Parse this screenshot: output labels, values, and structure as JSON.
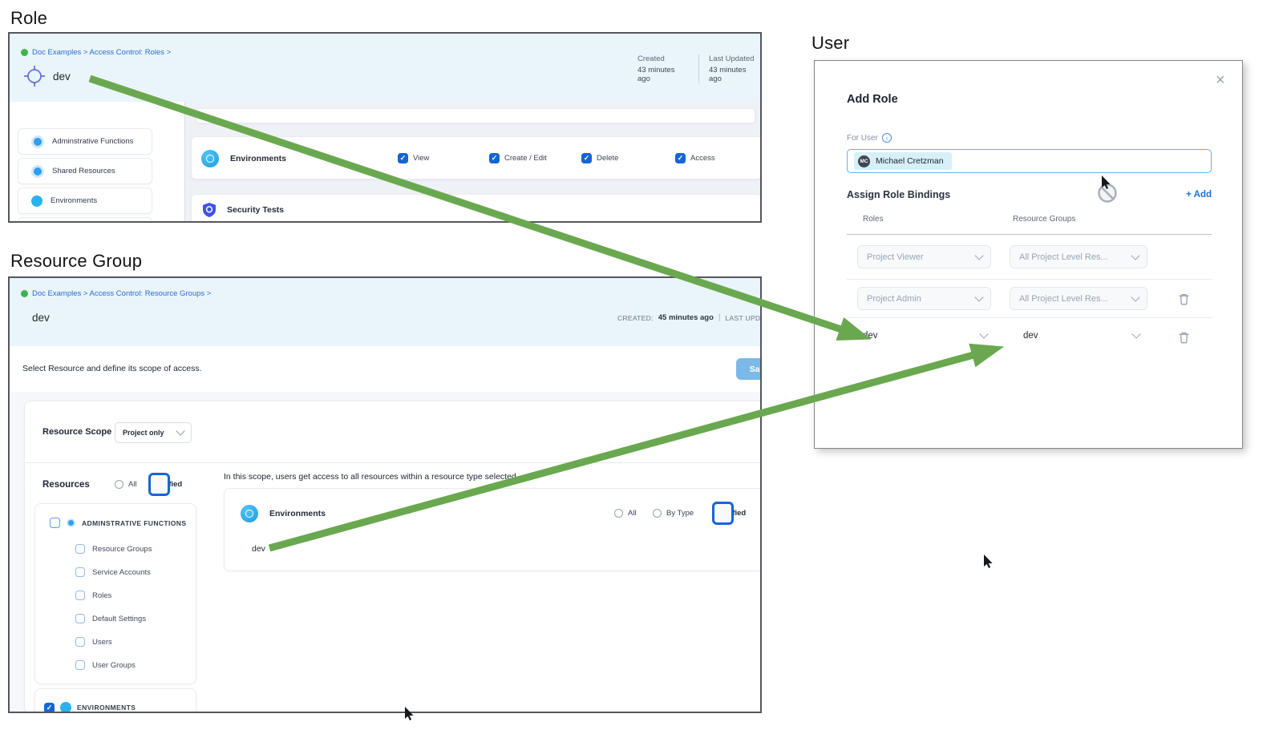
{
  "section_titles": {
    "role": "Role",
    "resource_group": "Resource Group",
    "user": "User"
  },
  "icons": {
    "close": "×",
    "check": "✓",
    "info": "i"
  },
  "colors": {
    "accent_blue": "#1a73e8",
    "checkbox_blue": "#1566d4",
    "panel_header_bg": "#e9f5fb",
    "arrow_green": "#6aa84f",
    "save_button_blue": "#7db9e8",
    "breadcrumb_blue": "#2e6bd0",
    "chip_bg": "#d7f0f8"
  },
  "role_panel": {
    "breadcrumb": "Doc Examples > Access Control: Roles >",
    "title": "dev",
    "created": {
      "label": "Created",
      "value": "43 minutes ago"
    },
    "last_updated": {
      "label": "Last Updated",
      "value": "43 minutes ago"
    },
    "sidebar": [
      "Adminstrative Functions",
      "Shared Resources",
      "Environments"
    ],
    "permission_row": {
      "label": "Environments",
      "permissions": [
        "View",
        "Create / Edit",
        "Delete",
        "Access"
      ]
    },
    "security_row": {
      "label": "Security Tests"
    }
  },
  "resource_group_panel": {
    "breadcrumb": "Doc Examples > Access Control: Resource Groups >",
    "title": "dev",
    "created_label": "CREATED:",
    "created_value": "45 minutes ago",
    "divider": "|",
    "last_updated_partial": "LAST UPD",
    "instruction": "Select Resource and define its scope of access.",
    "save_label": "Sav",
    "resource_scope": {
      "label": "Resource Scope",
      "value": "Project only"
    },
    "resources": {
      "label": "Resources",
      "options": [
        "All",
        "Specified"
      ],
      "selected": "Specified"
    },
    "tree": {
      "parent": "ADMINSTRATIVE FUNCTIONS",
      "children": [
        "Resource Groups",
        "Service Accounts",
        "Roles",
        "Default Settings",
        "Users",
        "User Groups"
      ],
      "environments": "ENVIRONMENTS"
    },
    "scope_note": "In this scope, users get access to all resources within a resource type selected",
    "environment_scope": {
      "label": "Environments",
      "options": [
        "All",
        "By Type",
        "Specified"
      ],
      "selected": "Specified",
      "value": "dev"
    }
  },
  "user_dialog": {
    "title": "Add Role",
    "for_user_label": "For User",
    "user_name": "Michael Cretzman",
    "avatar_initials": "MC",
    "assign_label": "Assign Role Bindings",
    "add_label": "+ Add",
    "columns": {
      "roles": "Roles",
      "resource_groups": "Resource Groups"
    },
    "bindings": [
      {
        "role": "Project Viewer",
        "resource_group": "All Project Level Res..."
      },
      {
        "role": "Project Admin",
        "resource_group": "All Project Level Res..."
      },
      {
        "role": "dev",
        "resource_group": "dev"
      }
    ]
  }
}
